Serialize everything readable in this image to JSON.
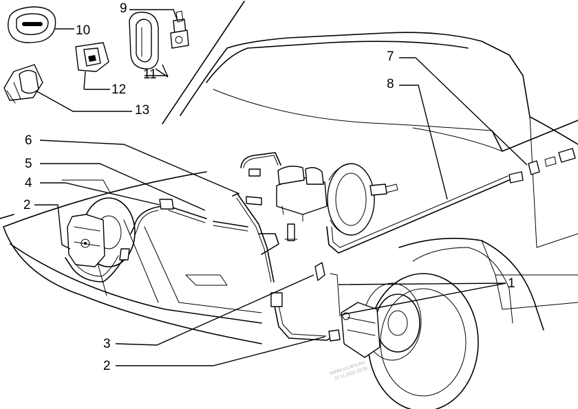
{
  "callouts": {
    "c1": "1",
    "c2a": "2",
    "c2b": "2",
    "c3": "3",
    "c4": "4",
    "c5": "5",
    "c6": "6",
    "c7": "7",
    "c8": "8",
    "c9": "9",
    "c10": "10",
    "c11": "11",
    "c12": "12",
    "c13": "13"
  },
  "watermark": {
    "line1": "WWW.ILCATS.RU",
    "line2": "22.11.2025 20:20"
  }
}
